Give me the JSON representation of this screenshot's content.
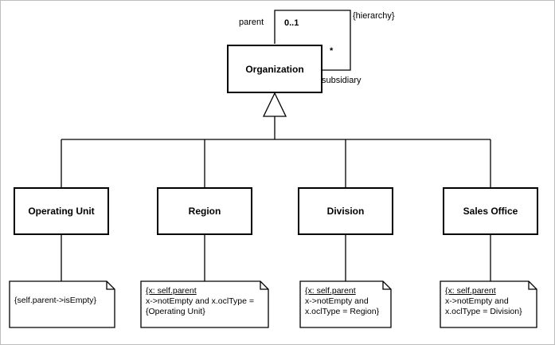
{
  "organization": {
    "name": "Organization",
    "role_parent": "parent",
    "multiplicity_parent": "0..1",
    "constraint": "{hierarchy}",
    "multiplicity_subsidiary": "*",
    "role_subsidiary": "subsidiary"
  },
  "subclasses": [
    {
      "name": "Operating Unit"
    },
    {
      "name": "Region"
    },
    {
      "name": "Division"
    },
    {
      "name": "Sales Office"
    }
  ],
  "notes": [
    {
      "lines": [
        "{self.parent->isEmpty}"
      ]
    },
    {
      "header": "{x: self.parent",
      "lines": [
        "x->notEmpty and x.oclType =",
        "{Operating Unit}"
      ]
    },
    {
      "header": "{x: self.parent",
      "lines": [
        "x->notEmpty and",
        "x.oclType = Region}"
      ]
    },
    {
      "header": "{x: self.parent",
      "lines": [
        "x->notEmpty and",
        "x.oclType = Division}"
      ]
    }
  ]
}
